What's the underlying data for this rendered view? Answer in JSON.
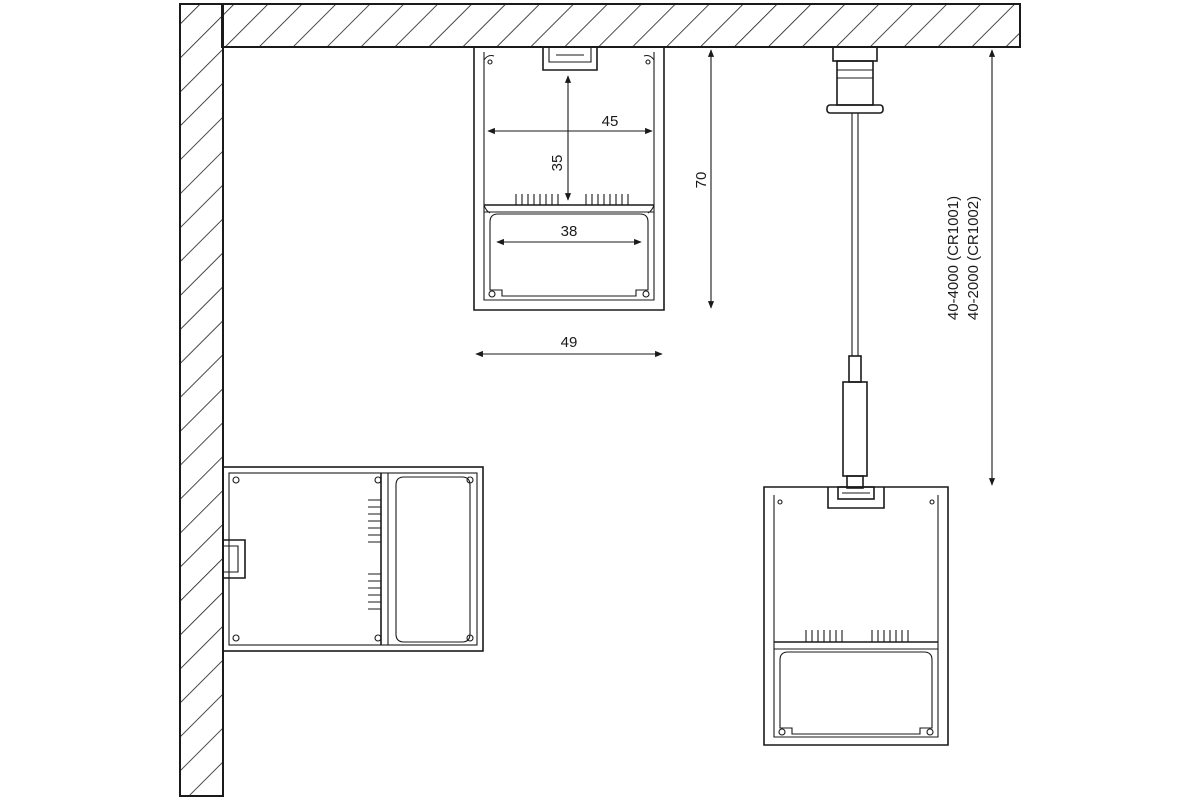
{
  "diagram": {
    "dimensions": {
      "inner_width": "45",
      "inner_height": "35",
      "lower_width": "38",
      "profile_height": "70",
      "profile_width": "49",
      "cable_length_1": "40-4000 (CR1001)",
      "cable_length_2": "40-2000 (CR1002)"
    },
    "colors": {
      "line": "#1a1a1a",
      "background": "#ffffff"
    }
  }
}
